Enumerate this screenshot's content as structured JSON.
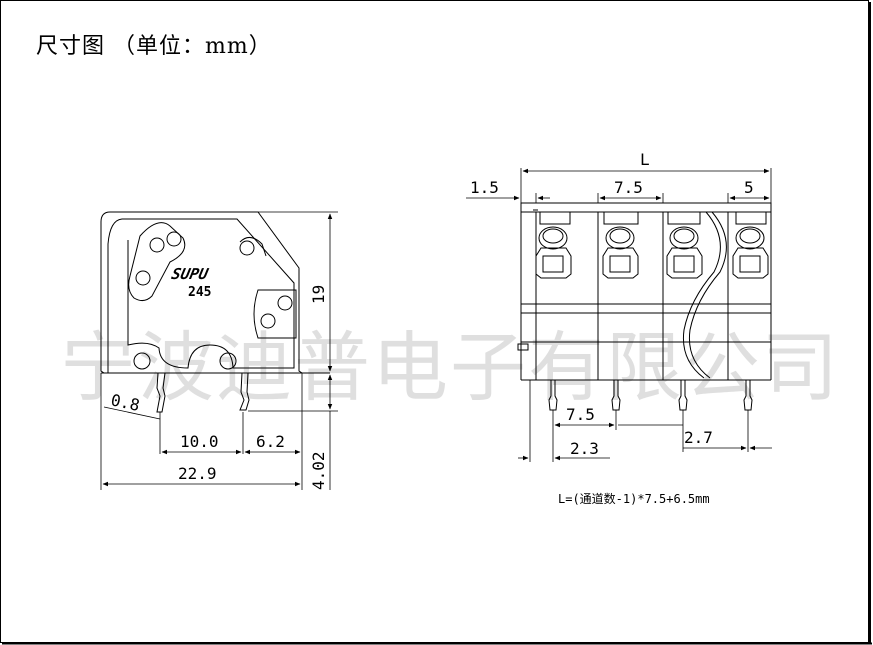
{
  "title": "尺寸图 （单位：mm）",
  "formula": "L=(通道数-1)*7.5+6.5mm",
  "watermark": "宁波迪普电子有限公司",
  "logo": {
    "brand": "SUPU",
    "model": "245"
  },
  "side_view": {
    "dims": {
      "height": "19",
      "pin": "4.02",
      "angle": "0.8",
      "pitch": "10.0",
      "offset": "6.2",
      "width": "22.9"
    }
  },
  "front_view": {
    "dims": {
      "total": "L",
      "edge_left": "1.5",
      "pitch_top": "7.5",
      "edge_right": "5",
      "pitch_bottom": "7.5",
      "pin_offset": "2.3",
      "pin_offset_right": "2.7"
    }
  },
  "colors": {
    "line": "#000000",
    "background": "#ffffff"
  }
}
